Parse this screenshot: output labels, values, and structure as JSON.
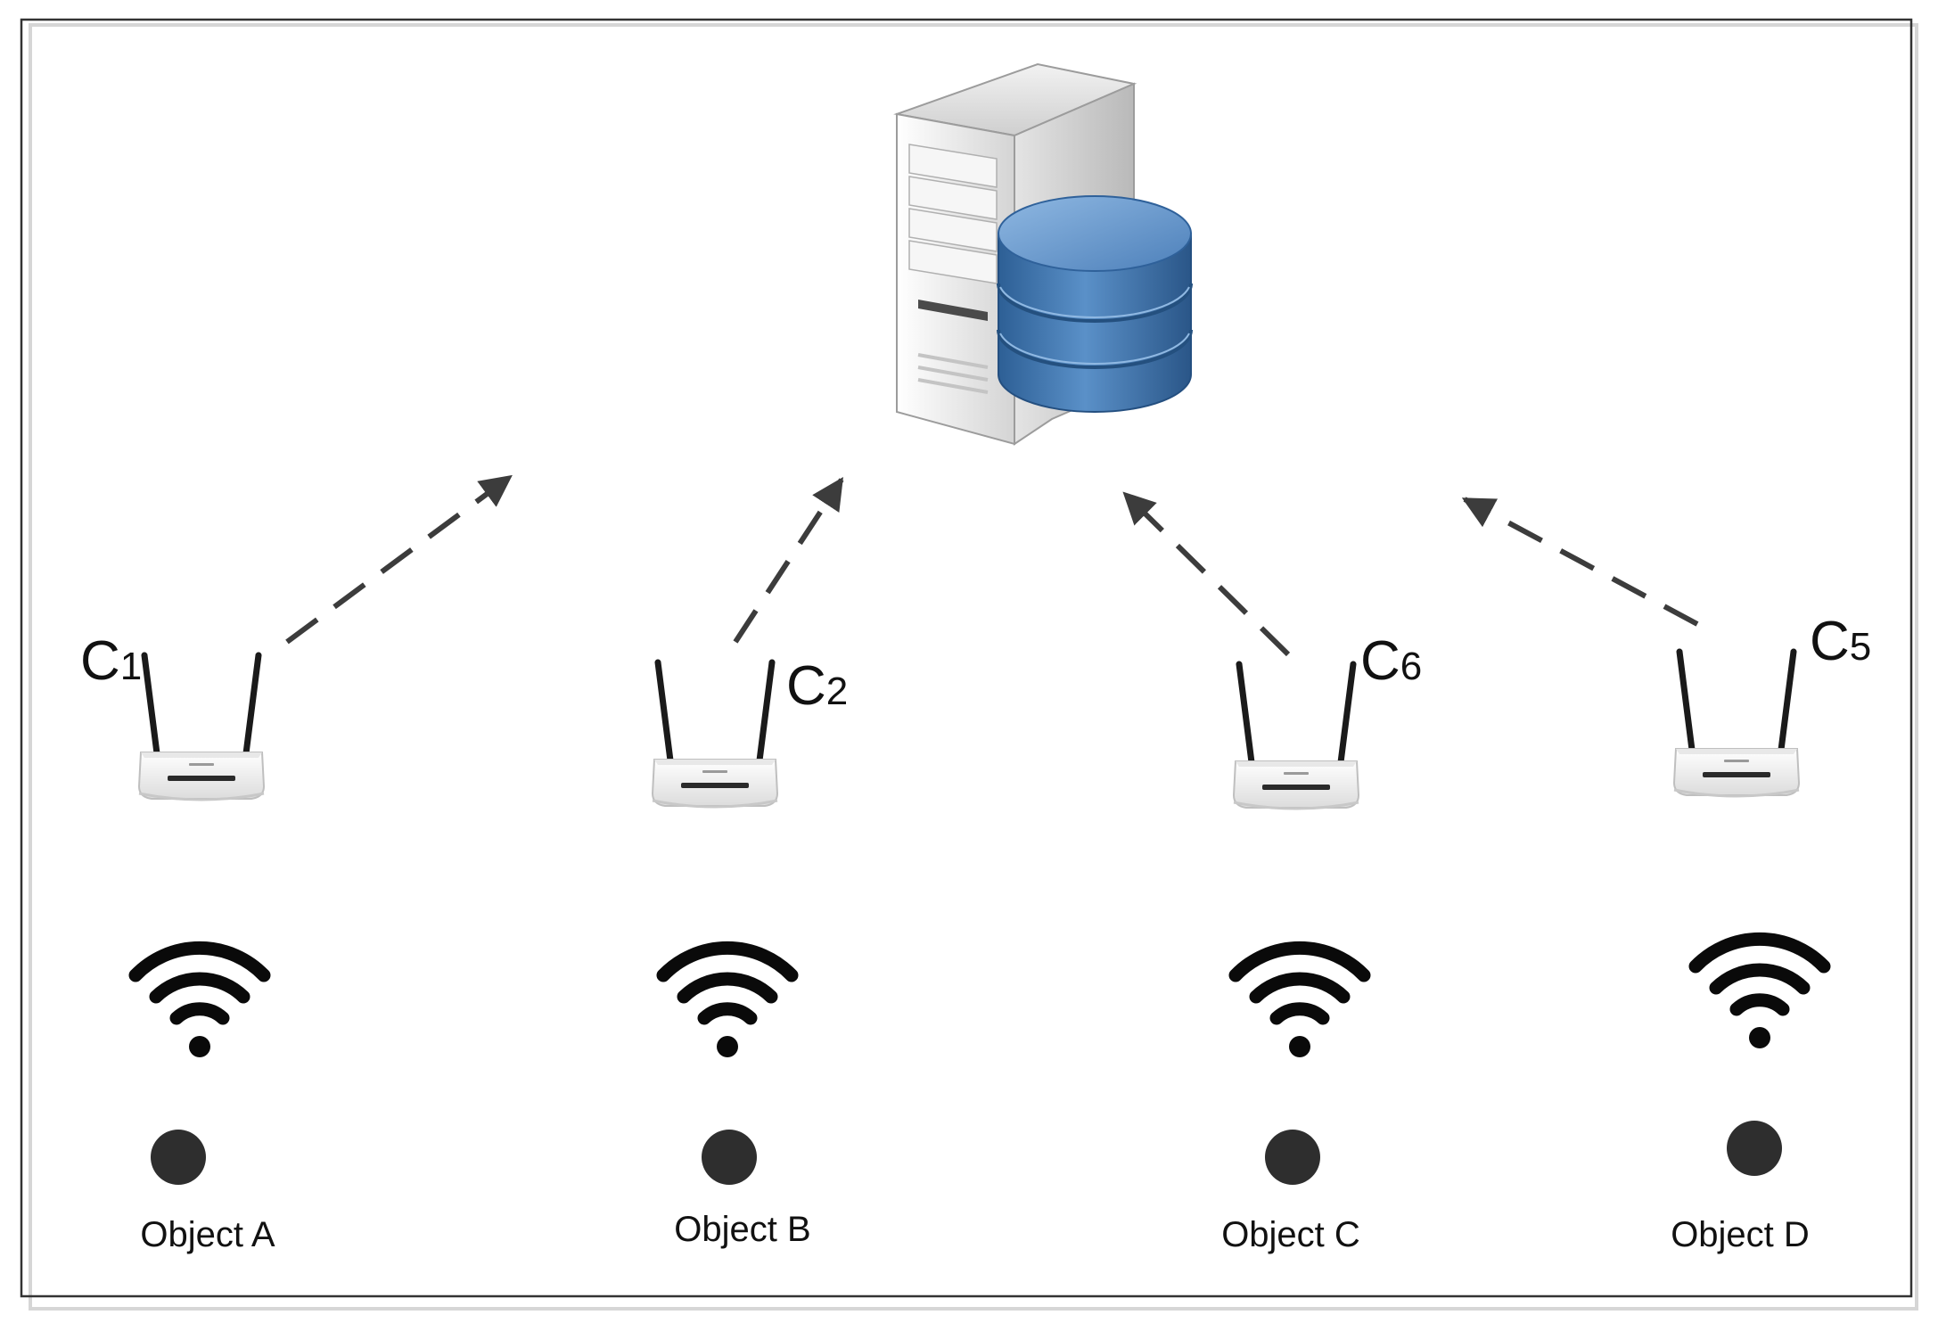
{
  "colors": {
    "frame": "#333333",
    "frame_shadow": "#cfcfcf",
    "arrow": "#3c3c3c",
    "wifi": "#0a0a0a",
    "object_dot": "#2e2e2e",
    "server_body": "#e6e6e6",
    "database_blue": "#3f74ae",
    "router_body": "#f2f2f2",
    "antenna": "#1a1a1a"
  },
  "server": {
    "icon": "server-with-database-icon"
  },
  "routers": [
    {
      "id": "c1",
      "letter": "C",
      "index": "1",
      "icon": "wifi-router-icon"
    },
    {
      "id": "c2",
      "letter": "C",
      "index": "2",
      "icon": "wifi-router-icon"
    },
    {
      "id": "c6",
      "letter": "C",
      "index": "6",
      "icon": "wifi-router-icon"
    },
    {
      "id": "c5",
      "letter": "C",
      "index": "5",
      "icon": "wifi-router-icon"
    }
  ],
  "signals": [
    {
      "icon": "wifi-signal-icon"
    },
    {
      "icon": "wifi-signal-icon"
    },
    {
      "icon": "wifi-signal-icon"
    },
    {
      "icon": "wifi-signal-icon"
    }
  ],
  "objects": [
    {
      "label": "Object A"
    },
    {
      "label": "Object B"
    },
    {
      "label": "Object C"
    },
    {
      "label": "Object D"
    }
  ]
}
